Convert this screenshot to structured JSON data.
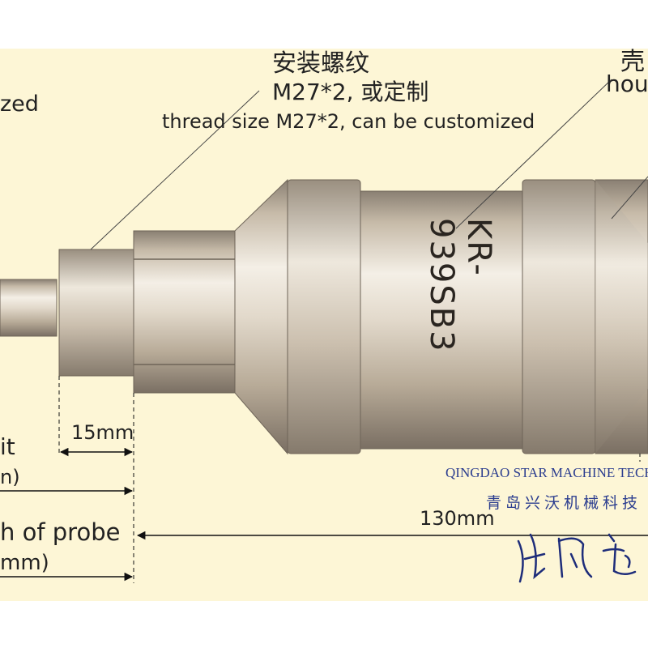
{
  "labels": {
    "customized_fragment": "zed",
    "thread_cn": "安装螺纹",
    "thread_size_cn": "M27*2, 或定制",
    "thread_size_en": "thread size M27*2, can be customized",
    "housing_cn": "壳",
    "housing_en": "hou",
    "unit_fragment": "it",
    "dim_15": "15mm",
    "bracket_fragment_1": "n)",
    "probe_fragment": "h of probe",
    "dim_130": "130mm",
    "bracket_fragment_2": "mm)"
  },
  "model": "KR-939SB3",
  "watermark": {
    "company_en": "QINGDAO STAR MACHINE TECHN",
    "company_cn": "青岛兴沃机械科技"
  },
  "signature": "许成连",
  "colors": {
    "background": "#fdf6d6",
    "metal_light": "#f2ece2",
    "metal_mid": "#c8bcaa",
    "metal_dark": "#7a6f63",
    "watermark_blue": "#2b3d8f",
    "signature_blue": "#1e2d7a"
  }
}
